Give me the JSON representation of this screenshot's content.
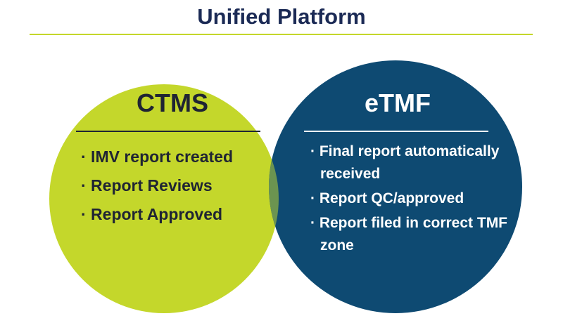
{
  "title": "Unified Platform",
  "colors": {
    "title": "#1b2a55",
    "accent_rule": "#c4d72b",
    "ctms_circle": "#c4d72b",
    "etmf_circle": "#0e4a72",
    "overlap": "#6b9450",
    "ctms_text": "#1f2433",
    "etmf_text": "#ffffff"
  },
  "ctms": {
    "heading": "CTMS",
    "items": [
      "· IMV report created",
      "· Report Reviews",
      "· Report Approved"
    ]
  },
  "etmf": {
    "heading": "eTMF",
    "items": [
      "· Final report automatically received",
      "· Report QC/approved",
      "· Report filed in correct TMF zone"
    ]
  }
}
